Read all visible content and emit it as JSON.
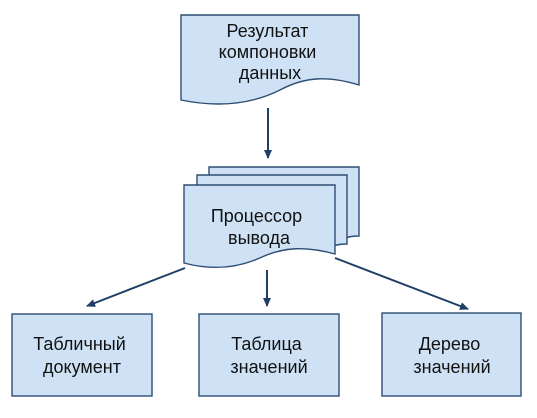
{
  "colors": {
    "fill": "#cfe2f5",
    "stroke": "#2e4d73",
    "arrow": "#1f3f66"
  },
  "nodes": {
    "result": {
      "lines": [
        "Результат",
        "компоновки",
        "данных"
      ],
      "shape": "document"
    },
    "processor": {
      "lines": [
        "Процессор",
        "вывода"
      ],
      "shape": "multi-document"
    },
    "table_doc": {
      "lines": [
        "Табличный",
        "документ"
      ],
      "shape": "rectangle"
    },
    "value_table": {
      "lines": [
        "Таблица",
        "значений"
      ],
      "shape": "rectangle"
    },
    "value_tree": {
      "lines": [
        "Дерево",
        "значений"
      ],
      "shape": "rectangle"
    }
  },
  "edges": [
    {
      "from": "result",
      "to": "processor"
    },
    {
      "from": "processor",
      "to": "table_doc"
    },
    {
      "from": "processor",
      "to": "value_table"
    },
    {
      "from": "processor",
      "to": "value_tree"
    }
  ]
}
